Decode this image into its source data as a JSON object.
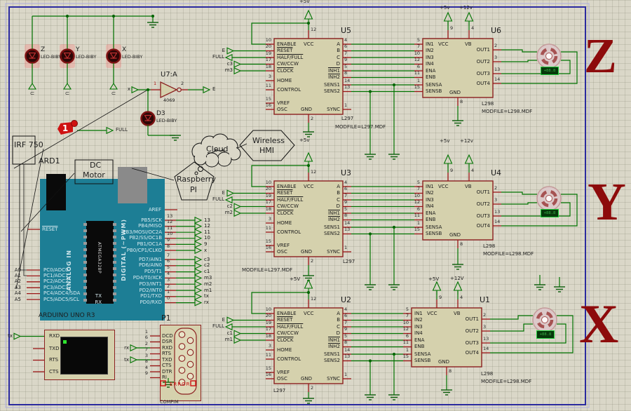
{
  "marker": {
    "text": "1"
  },
  "terminals": {
    "x": "x",
    "e": "E",
    "full": "FULL"
  },
  "leds": {
    "items": [
      {
        "ref": "Z",
        "model": "LED-BIBY"
      },
      {
        "ref": "Y",
        "model": "LED-BIBY"
      },
      {
        "ref": "X",
        "model": "LED-BIBY"
      }
    ],
    "d3": {
      "ref": "D3",
      "model": "LED-BIBY"
    },
    "term": "U"
  },
  "inverter": {
    "ref": "U7:A",
    "model": "4069",
    "pin_in": "1",
    "pin_out": "2"
  },
  "boxes": {
    "irf": "IRF 750",
    "ard": "ARD1",
    "dc1": "DC",
    "dc2": "Motor"
  },
  "shapes": {
    "cloud": "Cloud",
    "hmi1": "Wireless",
    "hmi2": "HMI",
    "rpi1": "Raspberry",
    "rpi2": "PI"
  },
  "arduino": {
    "title": "ARDUINO UNO R3",
    "chip": "ATMEGA328P",
    "reset": "RESET",
    "aref": "AREF",
    "analog_in": "ANALOG IN",
    "digital_hdr": "DIGITAL (~PWM)",
    "analog": [
      {
        "ext": "A0",
        "label": "PC0/ADC0"
      },
      {
        "ext": "A1",
        "label": "PC1/ADC1"
      },
      {
        "ext": "A2",
        "label": "PC2/ADC2"
      },
      {
        "ext": "A3",
        "label": "PC3/ADC3"
      },
      {
        "ext": "A4",
        "label": "PC4/ADC4/SDA"
      },
      {
        "ext": "A5",
        "label": "PC5/ADC5/SCL"
      }
    ],
    "digital_top": [
      {
        "num": "13",
        "label": "PB5/SCK",
        "term": "13"
      },
      {
        "num": "12",
        "label": "PB4/MISO",
        "term": "12"
      },
      {
        "num": "11",
        "label": "PB3/MOSI/OC2A",
        "term": "11"
      },
      {
        "num": "10",
        "label": "PB2/SS/OC1B",
        "term": "10"
      },
      {
        "num": "9",
        "label": "PB1/OC1A",
        "term": "9"
      },
      {
        "num": "8",
        "label": "PB0/CP1/CLKO",
        "term": "x"
      }
    ],
    "digital_bottom": [
      {
        "num": "7",
        "label": "PD7/AIN1",
        "term": "c3",
        "prefix": ""
      },
      {
        "num": "6",
        "label": "PD6/AIN0",
        "term": "c2",
        "prefix": ""
      },
      {
        "num": "5",
        "label": "PD5/T1",
        "term": "c1",
        "prefix": ""
      },
      {
        "num": "4",
        "label": "PD4/T0/XCK",
        "term": "m3",
        "prefix": ""
      },
      {
        "num": "3",
        "label": "PD3/INT1",
        "term": "m2",
        "prefix": ""
      },
      {
        "num": "2",
        "label": "PD2/INT0",
        "term": "m1",
        "prefix": ""
      },
      {
        "num": "1",
        "label": "PD1/TXD",
        "term": "tx",
        "prefix": "TX"
      },
      {
        "num": "0",
        "label": "PD0/RXD",
        "term": "rx",
        "prefix": "RX"
      }
    ]
  },
  "l297": {
    "left": [
      {
        "n": "10",
        "t": "ENABLE"
      },
      {
        "n": "20",
        "t": "RESET",
        "o": 1
      },
      {
        "n": "19",
        "t": "HALF/FULL",
        "o": 1
      },
      {
        "n": "17",
        "t": "CW/CCW"
      },
      {
        "n": "18",
        "t": "CLOCK",
        "o": 1
      },
      {
        "n": "3",
        "t": "HOME"
      },
      {
        "n": "11",
        "t": "CONTROL"
      },
      {
        "n": "15",
        "t": "VREF"
      },
      {
        "n": "16",
        "t": "OSC"
      }
    ],
    "right": [
      {
        "n": "4",
        "t": "A"
      },
      {
        "n": "6",
        "t": "B"
      },
      {
        "n": "7",
        "t": "C"
      },
      {
        "n": "9",
        "t": "D"
      },
      {
        "n": "5",
        "t": "INH1",
        "o": 1
      },
      {
        "n": "8",
        "t": "INH2",
        "o": 1
      },
      {
        "n": "14",
        "t": "SENS1"
      },
      {
        "n": "13",
        "t": "SENS2"
      },
      {
        "n": "1",
        "t": "SYNC"
      }
    ],
    "vcc": {
      "n": "12",
      "t": "VCC"
    },
    "gnd": {
      "n": "2",
      "t": "GND"
    }
  },
  "l298": {
    "left": [
      {
        "n": "5",
        "t": "IN1"
      },
      {
        "n": "7",
        "t": "IN2"
      },
      {
        "n": "10",
        "t": "IN3"
      },
      {
        "n": "12",
        "t": "IN4"
      },
      {
        "n": "6",
        "t": "ENA"
      },
      {
        "n": "11",
        "t": "ENB"
      },
      {
        "n": "1",
        "t": "SENSA"
      },
      {
        "n": "15",
        "t": "SENSB"
      }
    ],
    "right": [
      {
        "n": "2",
        "t": "OUT1"
      },
      {
        "n": "3",
        "t": "OUT2"
      },
      {
        "n": "13",
        "t": "OUT3"
      },
      {
        "n": "14",
        "t": "OUT4"
      }
    ],
    "vcc": {
      "n": "9",
      "t": "VCC"
    },
    "vb": {
      "n": "4",
      "t": "VB"
    },
    "gnd": {
      "n": "8",
      "t": "GND"
    }
  },
  "drivers": [
    {
      "axis": "Z",
      "l297_ref": "U5",
      "l298_ref": "U6",
      "terminals": [
        "E",
        "FULL",
        "c3",
        "m3"
      ],
      "l297_notes": [
        "L297",
        "MODFILE=L297.MDF"
      ],
      "l298_notes": [
        "L298",
        "MODFILE=L298.MDF"
      ],
      "pwr_l297": "+5v",
      "pwr_l298_vcc": "+5v",
      "pwr_l298_vb": "+12v"
    },
    {
      "axis": "Y",
      "l297_ref": "U3",
      "l298_ref": "U4",
      "terminals": [
        "E",
        "FULL",
        "c2",
        "m2"
      ],
      "l297_notes": [
        "L297",
        "MODFILE=L297.MDF"
      ],
      "l298_notes": [
        "L298",
        "MODFILE=L298.MDF"
      ],
      "pwr_l297": "+5v",
      "pwr_l298_vcc": "+5v",
      "pwr_l298_vb": "+12v"
    },
    {
      "axis": "X",
      "l297_ref": "U2",
      "l298_ref": "U1",
      "terminals": [
        "E",
        "FULL",
        "c1",
        "m1"
      ],
      "l297_notes": [
        "L297"
      ],
      "l298_notes": [
        "L298",
        "MODFILE=L298.MDF"
      ],
      "pwr_l297": "+5V",
      "pwr_l298_vcc": "+5V",
      "pwr_l298_vb": "+12V"
    }
  ],
  "motor_display": "+88.8",
  "vterm": {
    "pins": [
      "RXD",
      "TXD",
      "RTS",
      "CTS"
    ],
    "term": "tx"
  },
  "compim": {
    "ref": "P1",
    "name": "COMPIM",
    "error": "ERROR",
    "rx": "rx",
    "tx": "tx",
    "pins": [
      {
        "n": "1",
        "t": "DCD"
      },
      {
        "n": "6",
        "t": "DSR"
      },
      {
        "n": "2",
        "t": "RXD"
      },
      {
        "n": "7",
        "t": "RTS"
      },
      {
        "n": "3",
        "t": "TXD"
      },
      {
        "n": "8",
        "t": "CTS"
      },
      {
        "n": "4",
        "t": "DTR"
      },
      {
        "n": "9",
        "t": "RI"
      }
    ]
  },
  "colors": {
    "wire_green": "#007300",
    "stub_red": "#9b1515",
    "chip_fill": "#d5d1ad",
    "chip_border": "#8b2020",
    "board_teal": "#1d7e95",
    "axis_red": "#8d0b0b",
    "sheet_border": "#2a2aa0",
    "display_green": "#1ecf3a"
  }
}
